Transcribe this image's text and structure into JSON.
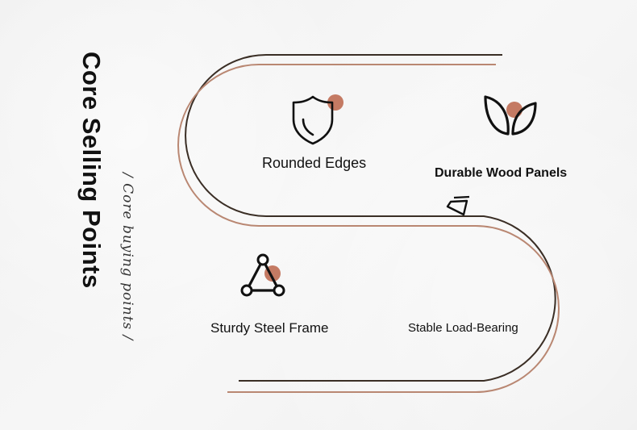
{
  "title": "Core Selling Points",
  "subtitle": "/ Core buying points /",
  "features": [
    {
      "label": "Rounded Edges",
      "icon": "shield-icon"
    },
    {
      "label": "Durable Wood Panels",
      "icon": "leaf-icon"
    },
    {
      "label": "Sturdy Steel Frame",
      "icon": "triangle-nodes-icon"
    },
    {
      "label": "Stable Load-Bearing",
      "icon": "parallelogram-icon"
    }
  ],
  "colors": {
    "accent": "#c47a63",
    "line_dark": "#3a2e25",
    "line_accent": "#b98772",
    "text": "#111111"
  }
}
